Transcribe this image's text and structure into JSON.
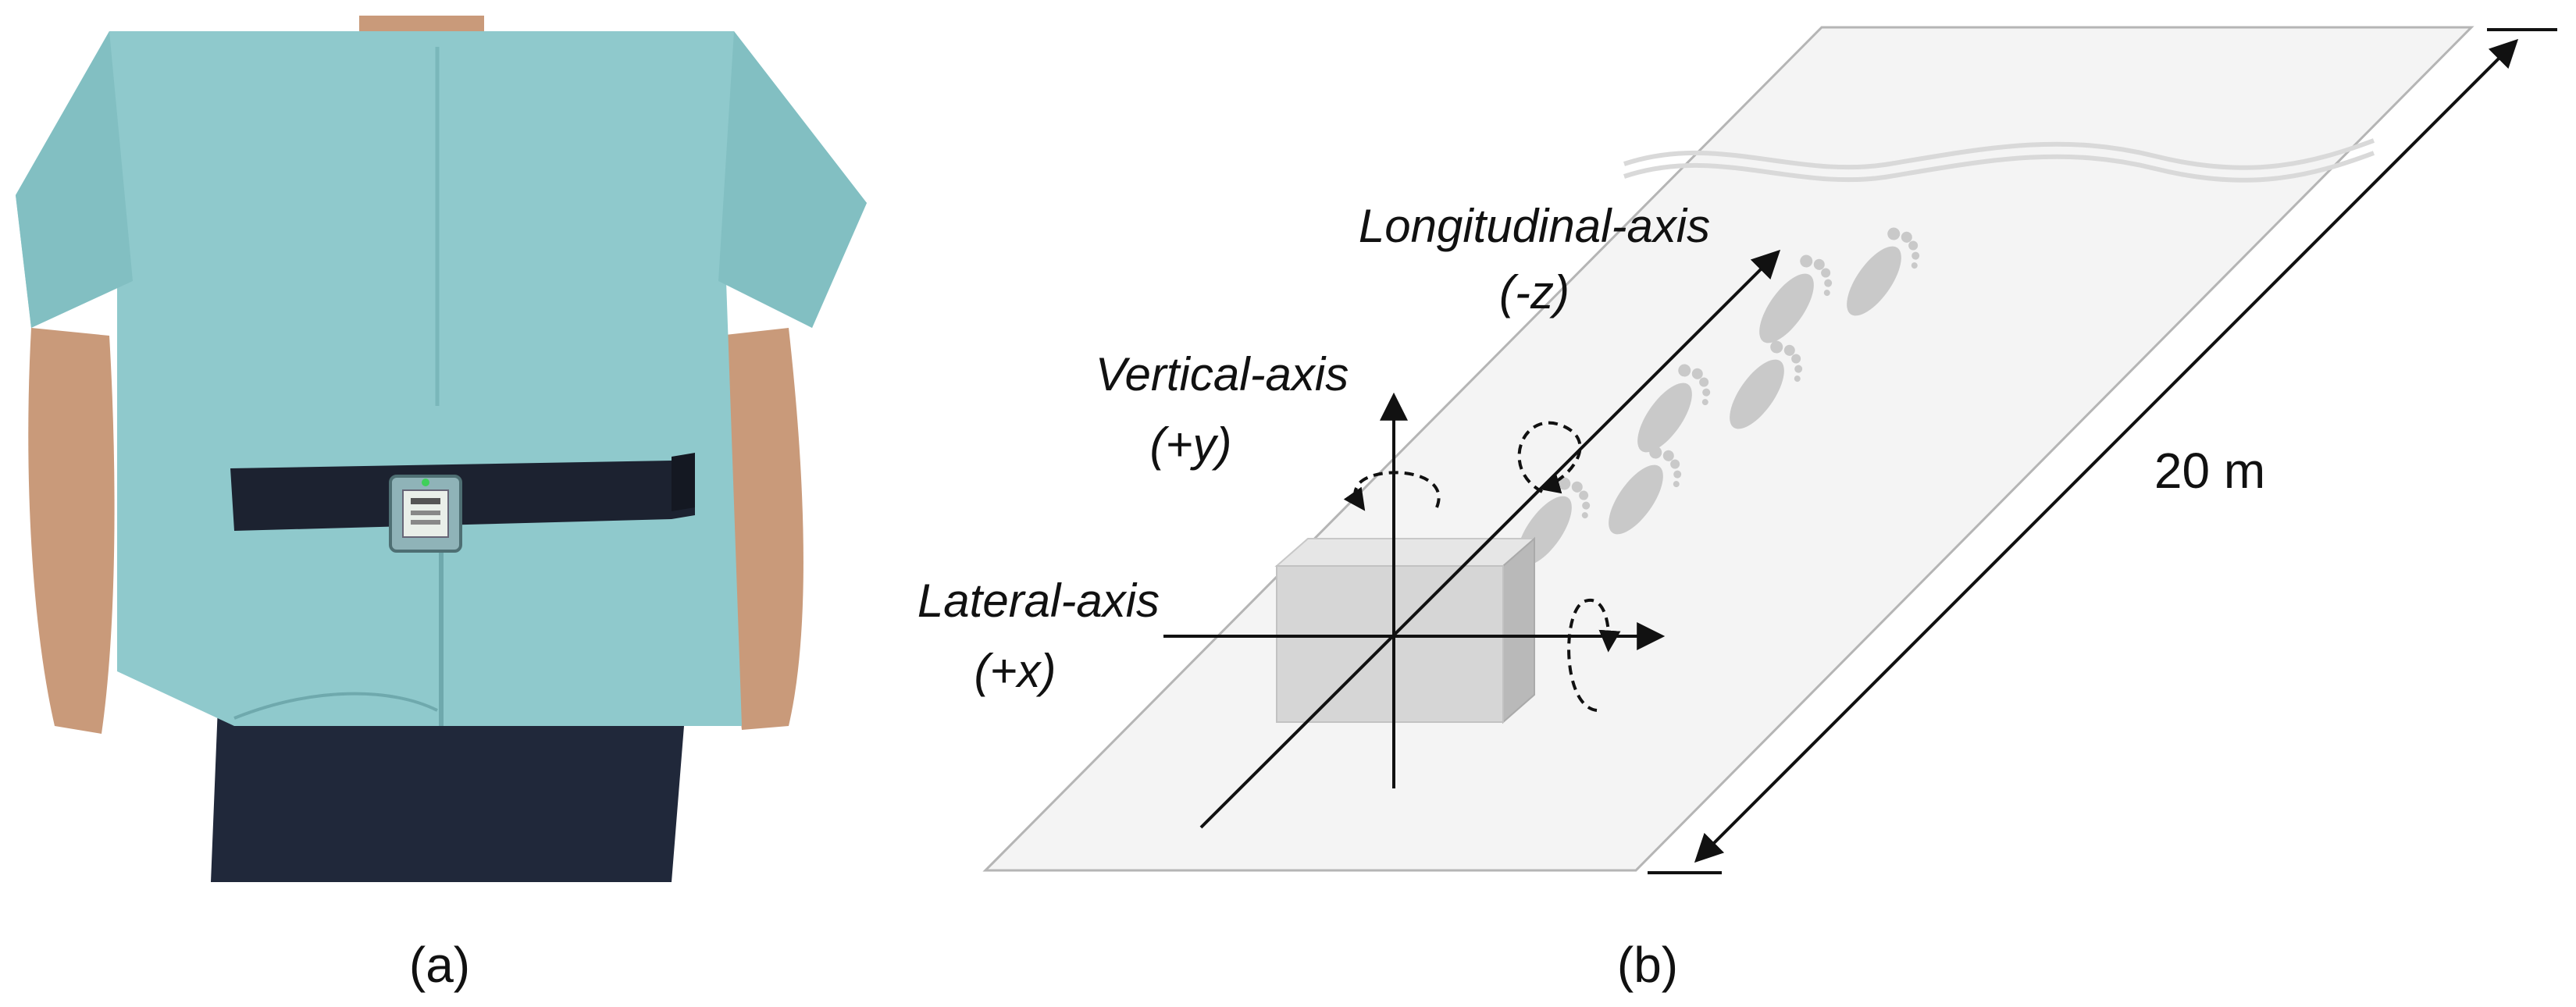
{
  "panel_a": {
    "caption": "(a)"
  },
  "panel_b": {
    "caption": "(b)",
    "vertical_axis": {
      "name": "Vertical-axis",
      "sign": "(+y)"
    },
    "lateral_axis": {
      "name": "Lateral-axis",
      "sign": "(+x)"
    },
    "longitudinal_axis": {
      "name": "Longitudinal-axis",
      "sign": "(-z)"
    },
    "walkway_length": "20 m"
  },
  "colors": {
    "shirt": "#8fc9cc",
    "shirt_shadow": "#6fa9ad",
    "belt": "#1c2230",
    "trousers": "#20283a",
    "skin": "#c99a7a",
    "walkway": "#f4f4f4",
    "sensor_box": "#d6d6d6",
    "footprint": "#c9c9c9"
  }
}
